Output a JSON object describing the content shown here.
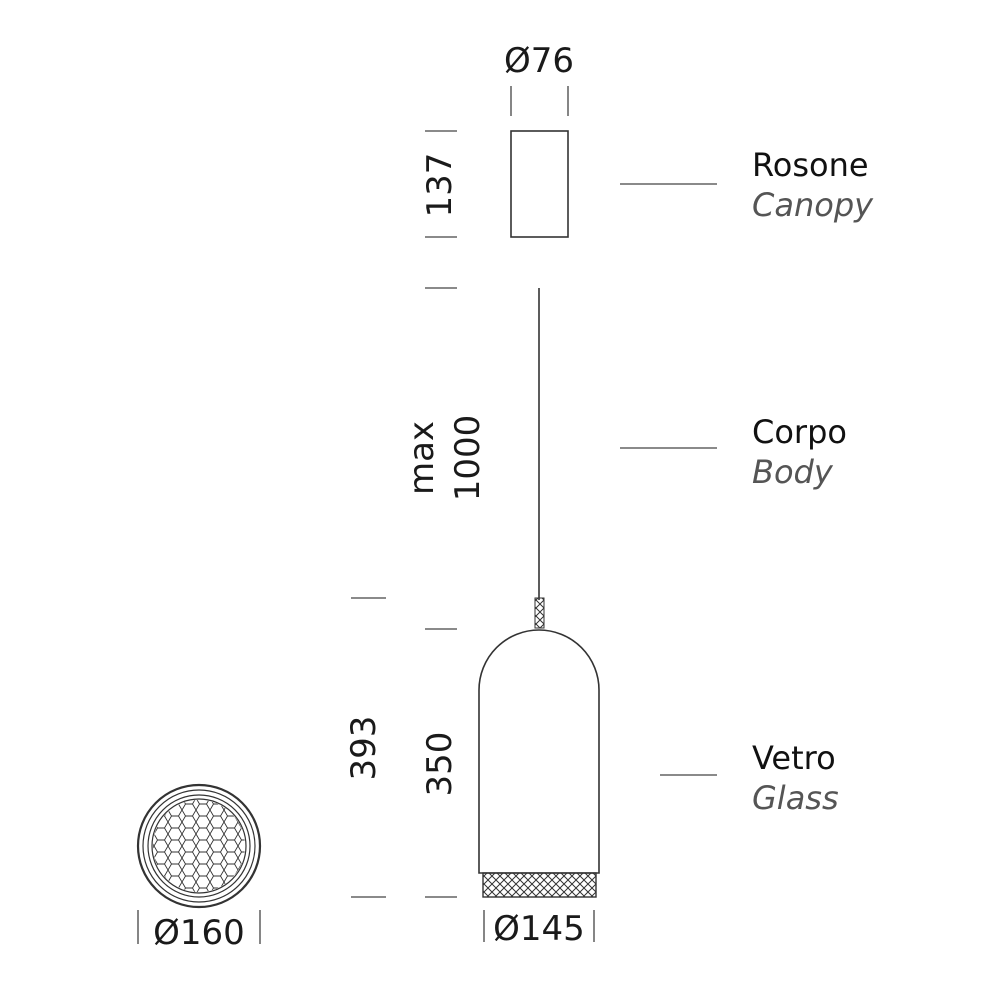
{
  "dimensions": {
    "canopy_diameter": "Ø76",
    "canopy_height": "137",
    "cable_max": "max",
    "cable_length": "1000",
    "total_height": "393",
    "glass_height": "350",
    "glass_diameter": "Ø145",
    "top_view_diameter": "Ø160"
  },
  "parts": [
    {
      "it": "Rosone",
      "en": "Canopy"
    },
    {
      "it": "Corpo",
      "en": "Body"
    },
    {
      "it": "Vetro",
      "en": "Glass"
    }
  ],
  "colors": {
    "line": "#333333",
    "text": "#1a1a1a",
    "english_label": "#555555"
  }
}
